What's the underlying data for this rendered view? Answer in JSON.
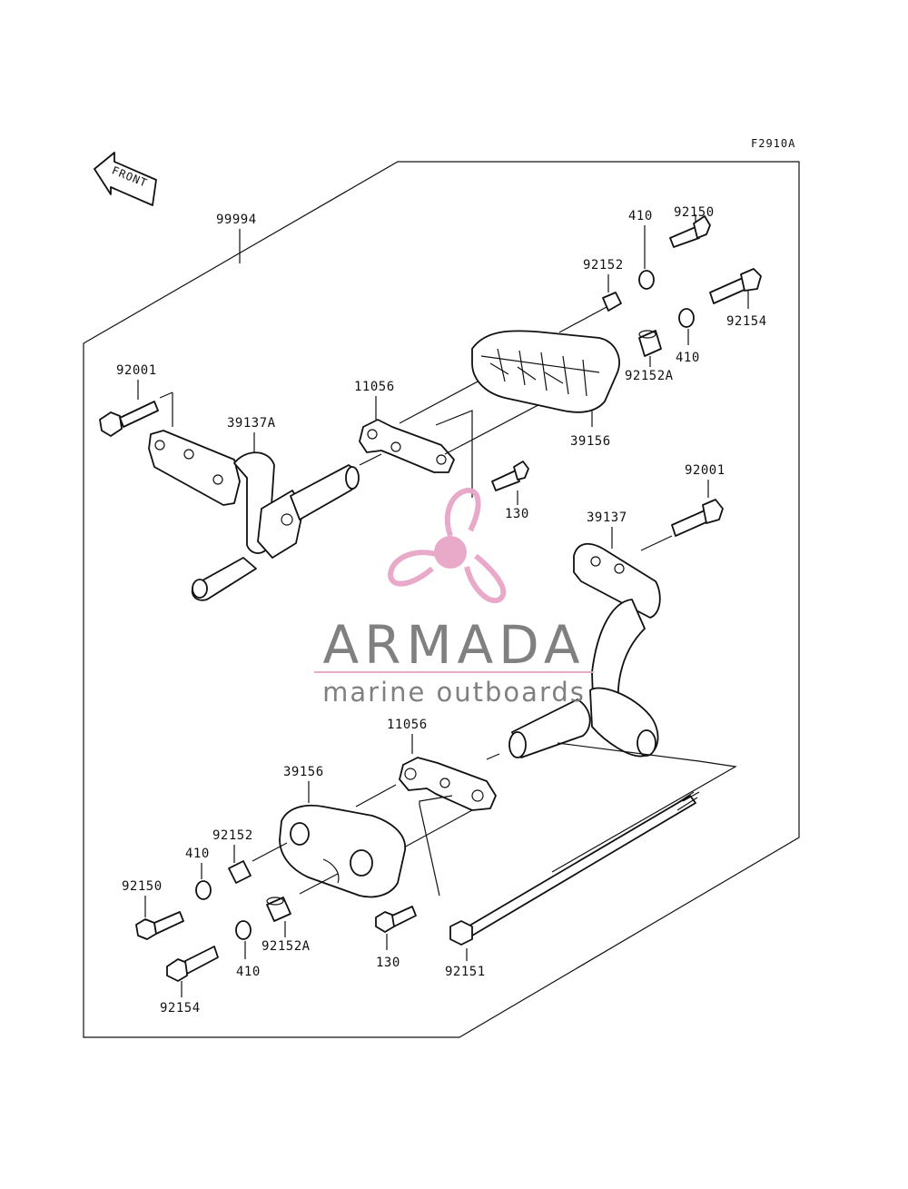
{
  "diagram": {
    "ref_code": "F2910A",
    "front_label": "FRONT",
    "parts": {
      "assembly": "99994",
      "bolt_top_left": "92001",
      "bracket_left": "39137A",
      "plate_top": "11056",
      "slider_top": "39156",
      "collar_top": "92152",
      "washer_top_a": "410",
      "bolt_top_a": "92150",
      "bolt_top_b": "92154",
      "washer_top_b": "410",
      "collar_top_b": "92152A",
      "bolt_small_top": "130",
      "bolt_right": "92001",
      "bracket_right": "39137",
      "plate_bottom": "11056",
      "slider_bottom": "39156",
      "collar_bottom": "92152",
      "washer_bottom_a": "410",
      "bolt_bottom_a": "92150",
      "collar_bottom_b": "92152A",
      "washer_bottom_b": "410",
      "bolt_bottom_b": "92154",
      "bolt_small_bottom": "130",
      "long_bolt": "92151"
    }
  },
  "watermark": {
    "brand": "ARMADA",
    "tagline": "marine outboards",
    "pink": "#e8a6c8",
    "gray": "#7a7a7a"
  }
}
